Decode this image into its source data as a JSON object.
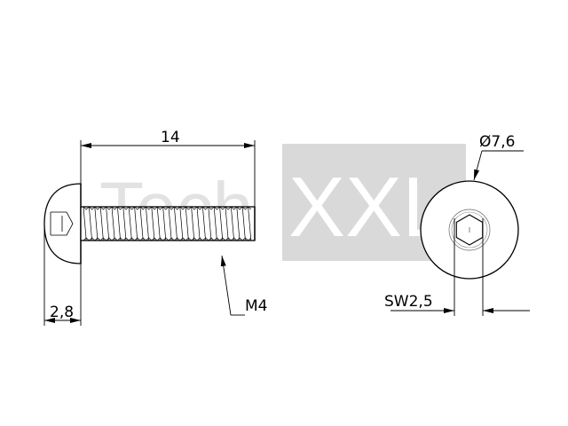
{
  "watermark": {
    "left": "Tech",
    "right": "XXL",
    "box_color": "#d9d9d9",
    "left_text_color": "#e2e2e2",
    "right_text_color": "#ffffff"
  },
  "dimensions": {
    "length": "14",
    "head_height": "2,8",
    "thread": "M4",
    "head_diameter": "Ø7,6",
    "hex_key": "SW2,5"
  },
  "colors": {
    "line": "#000000",
    "background": "#ffffff"
  }
}
